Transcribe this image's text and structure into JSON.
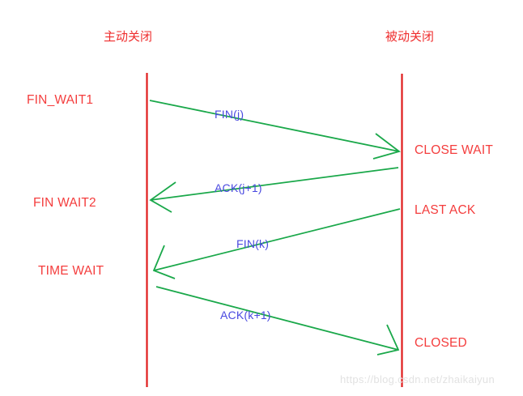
{
  "diagram": {
    "title_left": "主动关闭",
    "title_right": "被动关闭",
    "colors": {
      "lifeline": "#e01b1b",
      "arrow": "#1aa84a",
      "state_text": "#f43d3d",
      "message_text": "#4a4ae0",
      "watermark": "#e2e2e2",
      "background": "#ffffff"
    },
    "left_states": [
      {
        "id": "fin-wait-1",
        "label": "FIN_WAIT1"
      },
      {
        "id": "fin-wait-2",
        "label": "FIN WAIT2"
      },
      {
        "id": "time-wait",
        "label": "TIME WAIT"
      }
    ],
    "right_states": [
      {
        "id": "close-wait",
        "label": "CLOSE WAIT"
      },
      {
        "id": "last-ack",
        "label": "LAST ACK"
      },
      {
        "id": "closed",
        "label": "CLOSED"
      }
    ],
    "messages": [
      {
        "id": "fin-j",
        "label": "FIN(j)",
        "direction": "left-to-right"
      },
      {
        "id": "ack-j-plus-1",
        "label": "ACK(j+1)",
        "direction": "right-to-left"
      },
      {
        "id": "fin-k",
        "label": "FIN(k)",
        "direction": "right-to-left"
      },
      {
        "id": "ack-k-plus-1",
        "label": "ACK(k+1)",
        "direction": "left-to-right"
      }
    ],
    "watermark": "https://blog.csdn.net/zhaikaiyun"
  }
}
